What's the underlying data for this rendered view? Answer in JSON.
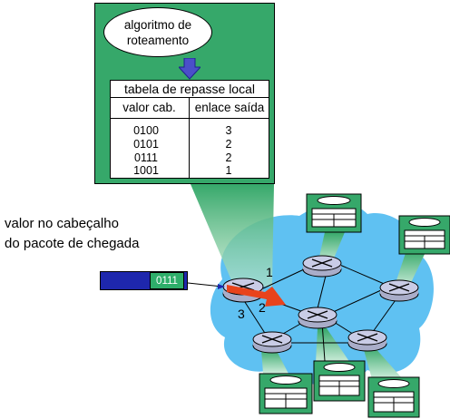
{
  "routing_algorithm": {
    "line1": "algoritmo de",
    "line2": "roteamento"
  },
  "forwarding_table": {
    "title": "tabela de repasse local",
    "col_header_value": "valor cab.",
    "col_header_link": "enlace saída",
    "rows": [
      {
        "value": "0100",
        "link": "3"
      },
      {
        "value": "0101",
        "link": "2"
      },
      {
        "value": "0111",
        "link": "2"
      },
      {
        "value": "1001",
        "link": "1"
      }
    ]
  },
  "incoming_label": {
    "line1": "valor no cabeçalho",
    "line2": "do pacote de chegada"
  },
  "packet_header_value": "0111",
  "link_labels": {
    "link1": "1",
    "link2": "2",
    "link3": "3"
  },
  "colors": {
    "router_card": "#36a86a",
    "network_cloud": "#5fc1f2",
    "packet": "#1e27ad",
    "arrow": "#e8431c"
  }
}
